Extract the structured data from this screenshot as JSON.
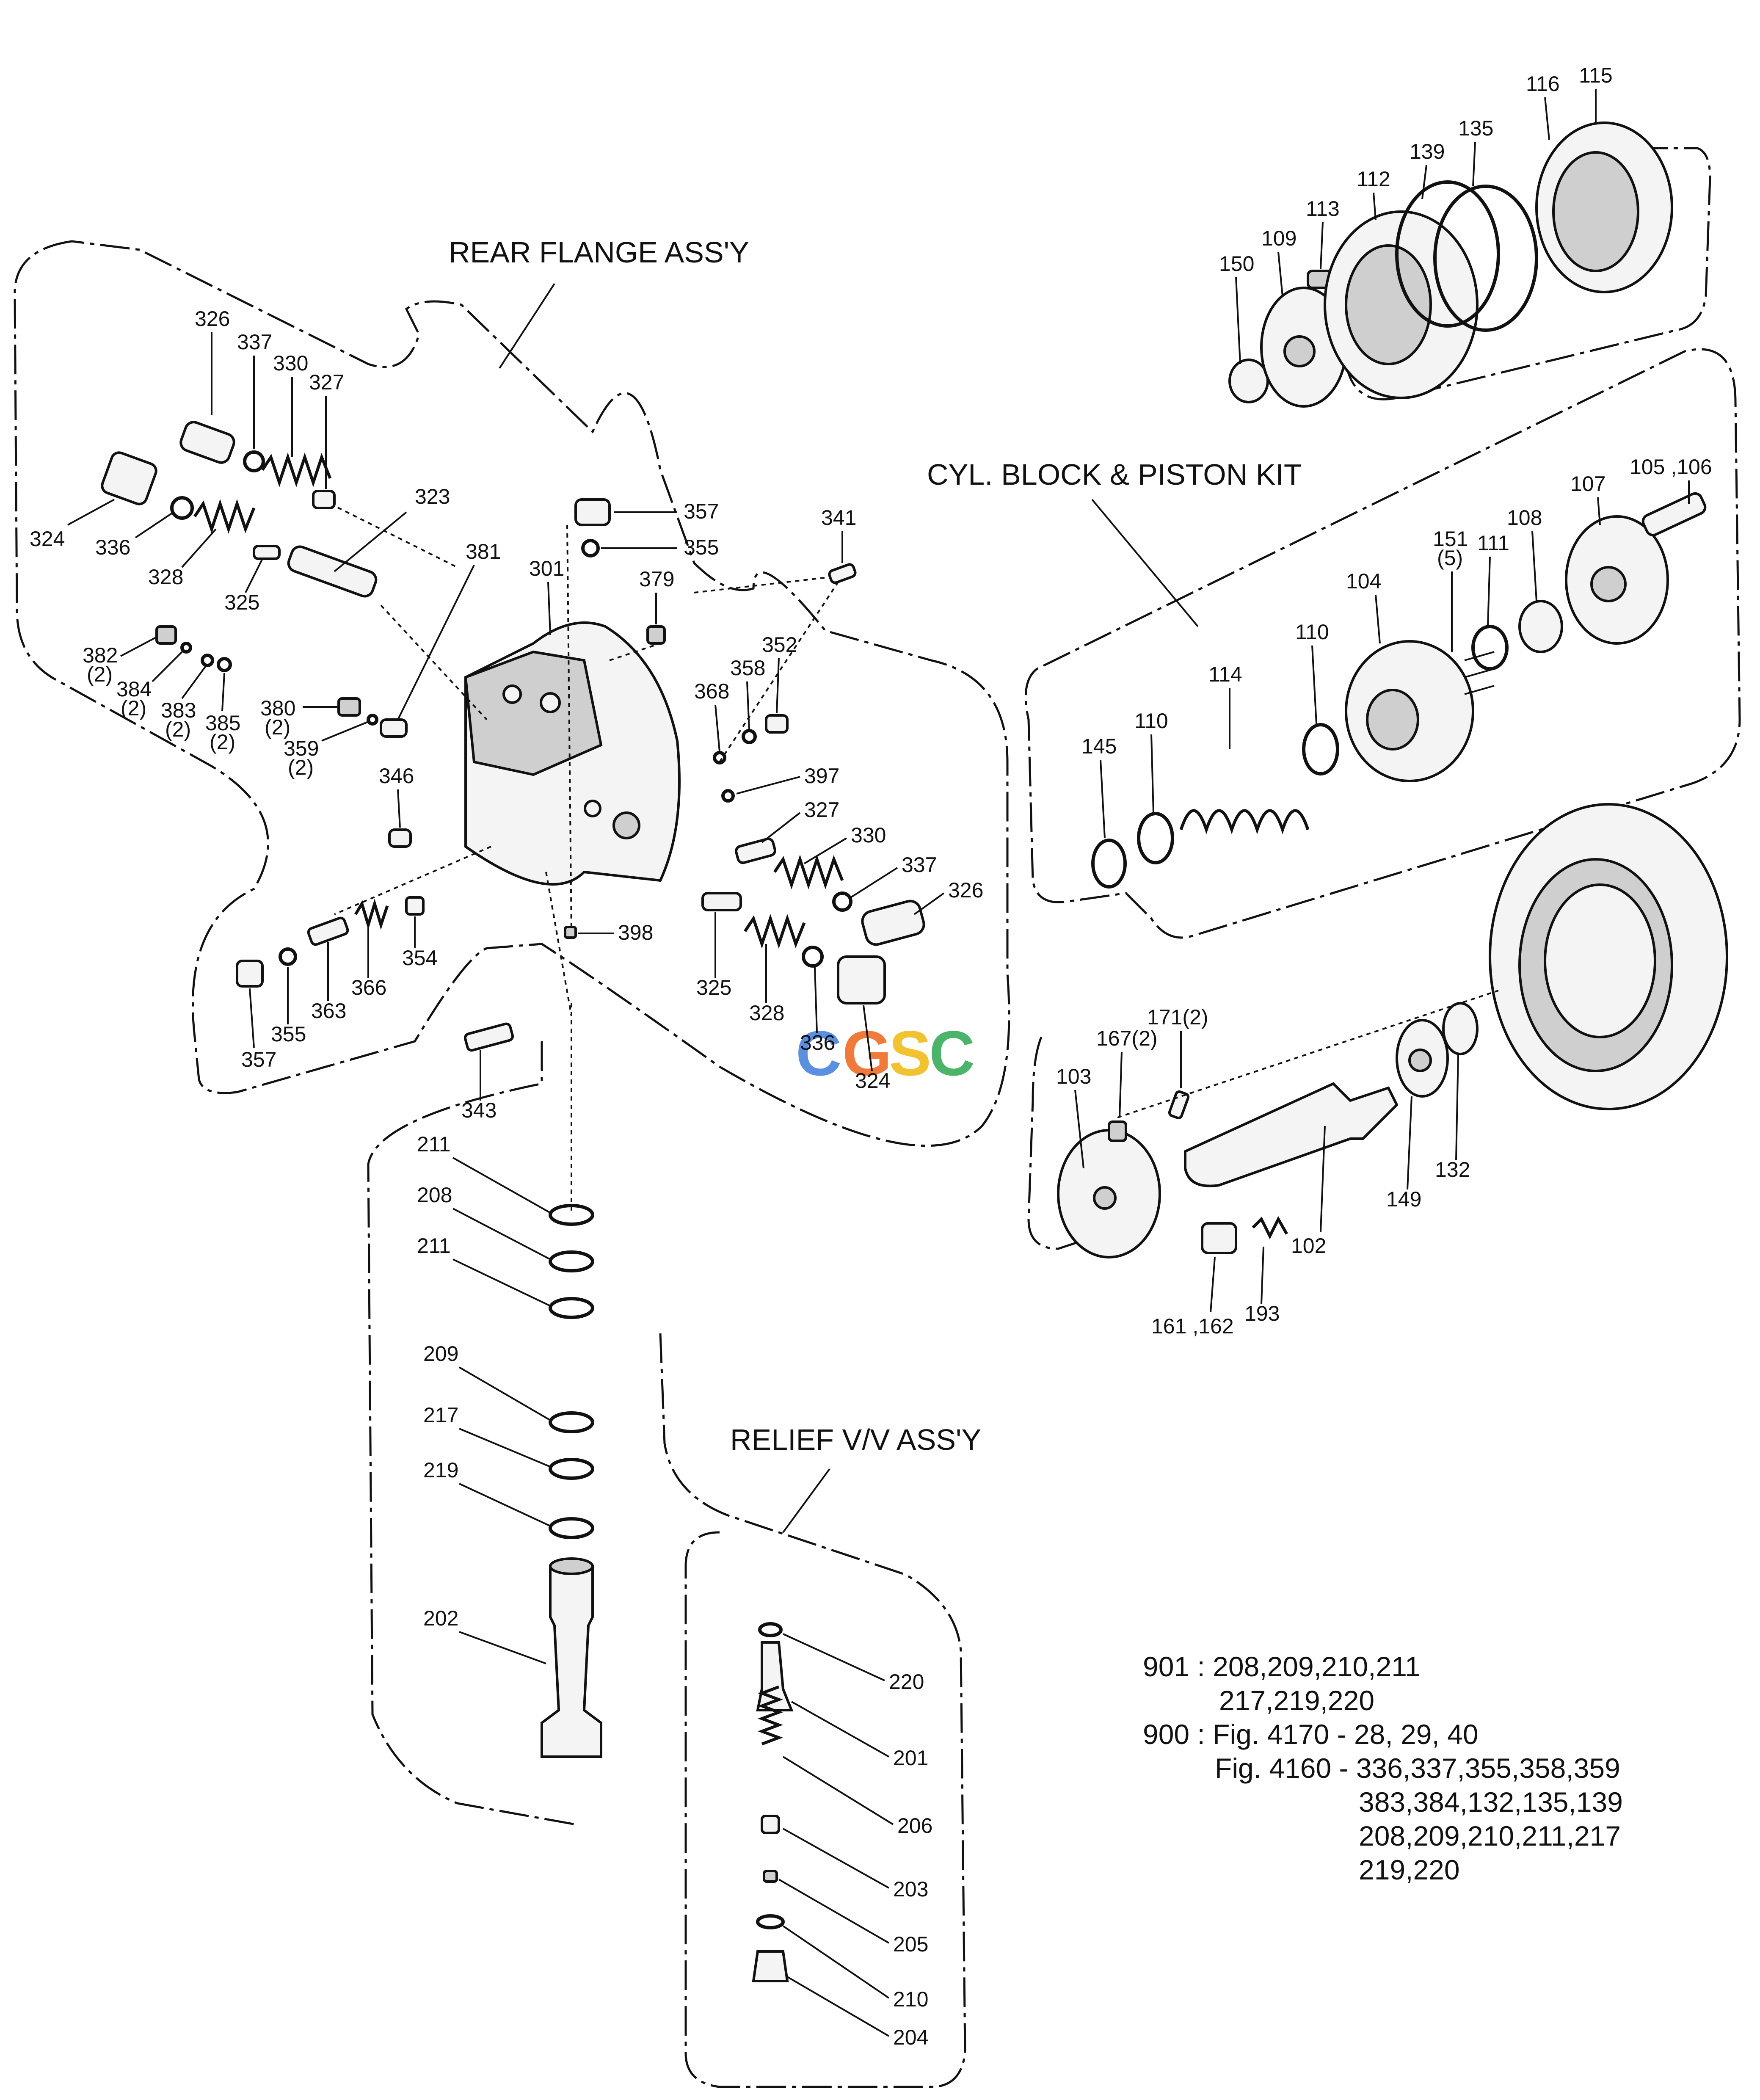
{
  "assemblies": {
    "rear_flange": "REAR FLANGE ASS'Y",
    "cyl_block": "CYL. BLOCK & PISTON KIT",
    "relief_valve": "RELIEF V/V ASS'Y"
  },
  "watermark": "CGSC",
  "parts_list": {
    "line1": "901 : 208,209,210,211",
    "line2": "217,219,220",
    "line3": "900 : Fig. 4170 - 28, 29, 40",
    "line4": "Fig. 4160 - 336,337,355,358,359",
    "line5": "383,384,132,135,139",
    "line6": "208,209,210,211,217",
    "line7": "219,220"
  },
  "callouts": {
    "c326a": "326",
    "c337a": "337",
    "c330a": "330",
    "c327a": "327",
    "c324a": "324",
    "c336a": "336",
    "c323": "323",
    "c328a": "328",
    "c325a": "325",
    "c381": "381",
    "c301": "301",
    "c357a": "357",
    "c355a": "355",
    "c379": "379",
    "c341": "341",
    "c382": "382",
    "c382q": "(2)",
    "c384": "384",
    "c384q": "(2)",
    "c383": "383",
    "c383q": "(2)",
    "c385": "385",
    "c385q": "(2)",
    "c380": "380",
    "c380q": "(2)",
    "c359": "359",
    "c359q": "(2)",
    "c368": "368",
    "c358": "358",
    "c352": "352",
    "c346": "346",
    "c397": "397",
    "c327b": "327",
    "c330b": "330",
    "c337b": "337",
    "c326b": "326",
    "c398": "398",
    "c325b": "325",
    "c328b": "328",
    "c336b": "336",
    "c324b": "324",
    "c357b": "357",
    "c355b": "355",
    "c363": "363",
    "c366": "366",
    "c354": "354",
    "c343": "343",
    "c211a": "211",
    "c208": "208",
    "c211b": "211",
    "c209": "209",
    "c217": "217",
    "c219": "219",
    "c202": "202",
    "c220": "220",
    "c201": "201",
    "c206": "206",
    "c203": "203",
    "c205": "205",
    "c210": "210",
    "c204": "204",
    "c116": "116",
    "c115": "115",
    "c135": "135",
    "c139": "139",
    "c112": "112",
    "c113": "113",
    "c109": "109",
    "c150": "150",
    "c105": "105 ,106",
    "c107": "107",
    "c108": "108",
    "c111": "111",
    "c151": "151",
    "c151q": "(5)",
    "c104": "104",
    "c110a": "110",
    "c114": "114",
    "c110b": "110",
    "c145": "145",
    "c171": "171(2)",
    "c167": "167(2)",
    "c103": "103",
    "c102": "102",
    "c149": "149",
    "c132": "132",
    "c161": "161 ,162",
    "c193": "193"
  }
}
